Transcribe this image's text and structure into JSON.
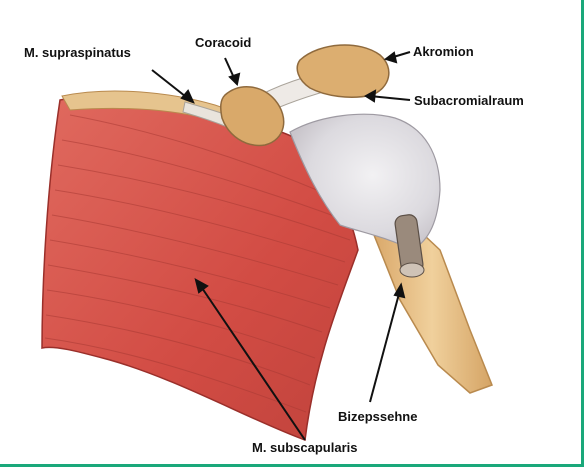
{
  "labels": {
    "supraspinatus": "M. supraspinatus",
    "coracoid": "Coracoid",
    "akromion": "Akromion",
    "subacromialraum": "Subacromialraum",
    "bizepssehne": "Bizepssehne",
    "subscapularis": "M. subscapularis"
  },
  "colors": {
    "muscle": "#d9534a",
    "muscle_dark": "#b03a33",
    "bone": "#e8c288",
    "bone_shadow": "#c9995a",
    "capsule": "#e3e1e4",
    "frame_border": "#1aa87a",
    "text": "#111111"
  }
}
